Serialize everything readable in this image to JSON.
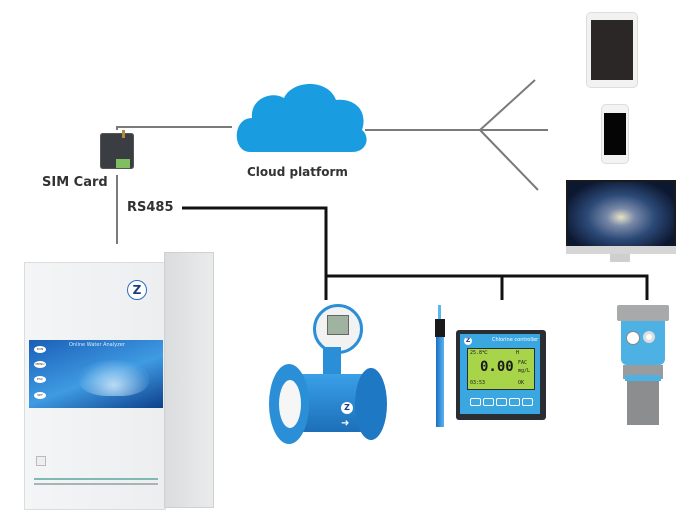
{
  "labels": {
    "sim_card": "SIM Card",
    "rs485": "RS485",
    "cloud": "Cloud platform"
  },
  "analyzer": {
    "panel_title": "Online Water Analyzer",
    "buttons": [
      "RUN",
      "MENU",
      "ESC",
      "SET"
    ],
    "logo": "Z"
  },
  "controller": {
    "title": "Chlorine controller",
    "logo": "Z",
    "temp": "25.8℃",
    "value": "0.00",
    "unit1": "FAC",
    "unit2": "mg/L",
    "small_left": "03:53",
    "small_r1": "H",
    "small_r2": "OK"
  },
  "flowmeter": {
    "logo": "Z"
  },
  "colors": {
    "cloud": "#1a9de0",
    "bus_line": "#111111",
    "net_line": "#7a7a7a",
    "device_blue": "#2a8fd6",
    "lcd_green": "#a8d44a"
  }
}
